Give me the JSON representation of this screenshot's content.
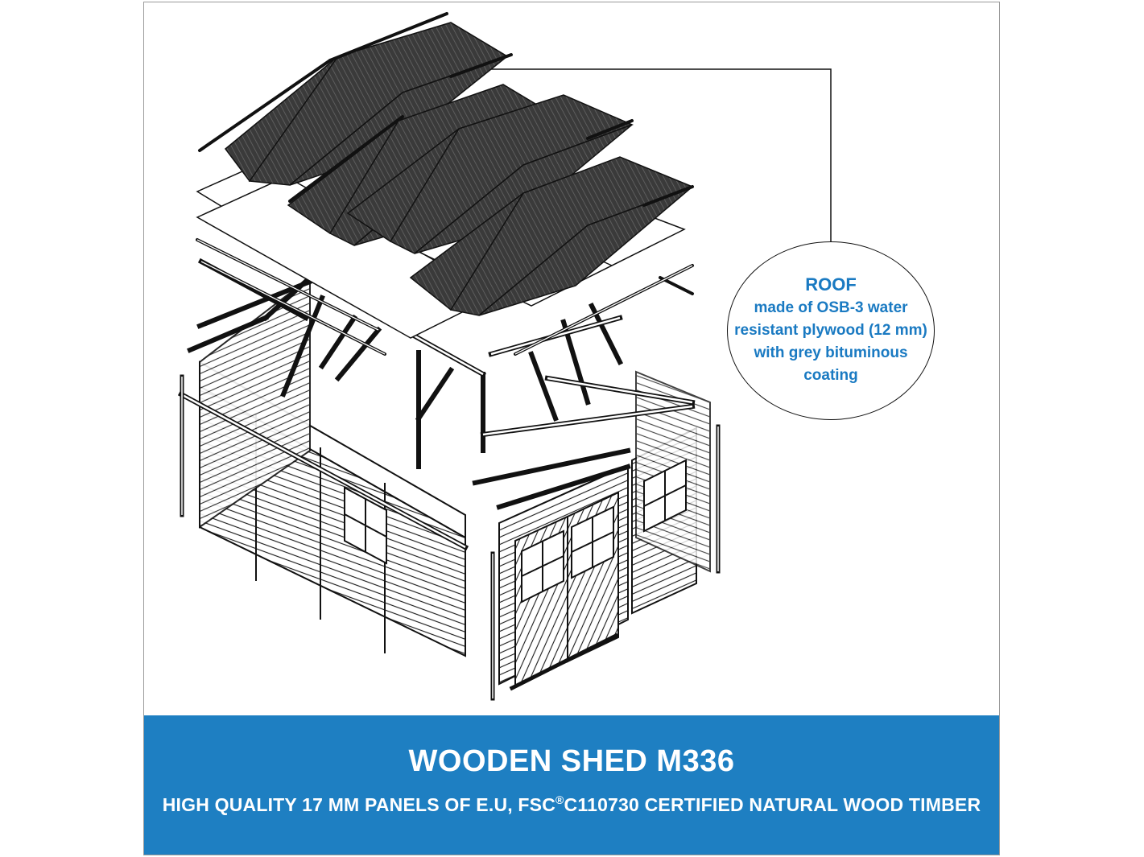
{
  "callout": {
    "title": "ROOF",
    "description": "made of OSB-3 water\nresistant plywood (12 mm)\nwith grey bituminous\ncoating"
  },
  "banner": {
    "title": "WOODEN SHED M336",
    "subtitle_part1": "HIGH QUALITY 17 MM PANELS OF E.U, FSC",
    "subtitle_mark": "®",
    "subtitle_part2": "C110730 CERTIFIED NATURAL WOOD TIMBER"
  },
  "colors": {
    "accent_blue": "#1e7fc2",
    "callout_text": "#1a7ac2",
    "roof_sheet": "#3a3a3a",
    "line": "#111111"
  }
}
